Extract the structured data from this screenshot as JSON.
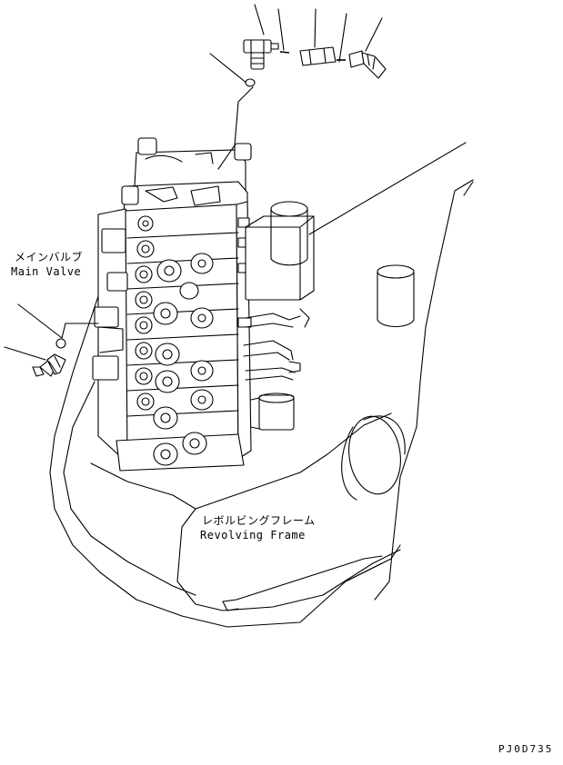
{
  "labels": {
    "main_valve_jp": "メインバルブ",
    "main_valve_en": "Main Valve",
    "frame_jp": "レボルビングフレーム",
    "frame_en": "Revolving Frame",
    "drawing_code": "PJ0D735"
  }
}
